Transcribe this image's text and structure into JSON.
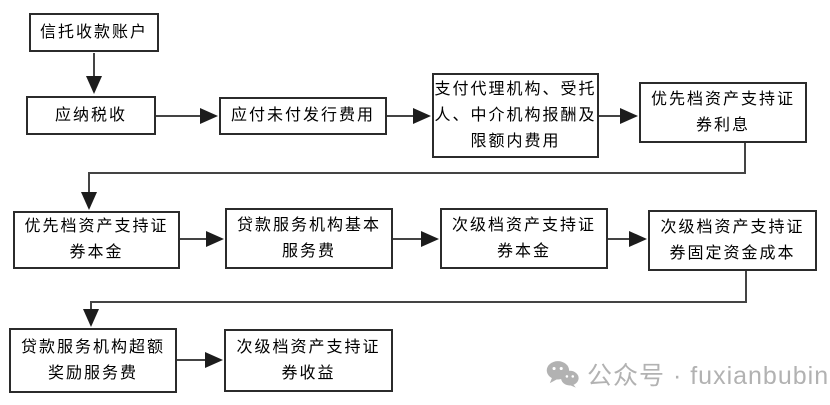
{
  "diagram": {
    "nodes": [
      {
        "id": "trust-account",
        "label": "信托收款账户"
      },
      {
        "id": "taxes",
        "label": "应纳税收"
      },
      {
        "id": "issuance-fees",
        "label": "应付未付发行费用"
      },
      {
        "id": "agency-fees",
        "label": "支付代理机构、受托\n人、中介机构报酬及\n限额内费用"
      },
      {
        "id": "senior-interest",
        "label": "优先档资产支持证\n券利息"
      },
      {
        "id": "senior-principal",
        "label": "优先档资产支持证\n券本金"
      },
      {
        "id": "servicer-base-fee",
        "label": "贷款服务机构基本\n服务费"
      },
      {
        "id": "sub-principal",
        "label": "次级档资产支持证\n券本金"
      },
      {
        "id": "sub-fixed-cost",
        "label": "次级档资产支持证\n券固定资金成本"
      },
      {
        "id": "servicer-excess-fee",
        "label": "贷款服务机构超额\n奖励服务费"
      },
      {
        "id": "sub-residual",
        "label": "次级档资产支持证\n券收益"
      }
    ],
    "edges": [
      [
        "trust-account",
        "taxes"
      ],
      [
        "taxes",
        "issuance-fees"
      ],
      [
        "issuance-fees",
        "agency-fees"
      ],
      [
        "agency-fees",
        "senior-interest"
      ],
      [
        "senior-interest",
        "senior-principal"
      ],
      [
        "senior-principal",
        "servicer-base-fee"
      ],
      [
        "servicer-base-fee",
        "sub-principal"
      ],
      [
        "sub-principal",
        "sub-fixed-cost"
      ],
      [
        "sub-fixed-cost",
        "servicer-excess-fee"
      ],
      [
        "servicer-excess-fee",
        "sub-residual"
      ]
    ]
  },
  "footer": {
    "label": "公众号 · fuxianbubin"
  },
  "colors": {
    "background": "#ffffff",
    "box_fill": "#ffffff",
    "box_border": "#2b2b2b",
    "text": "#000000",
    "connector": "#444444",
    "footer_gray": "#b2b2b2"
  }
}
